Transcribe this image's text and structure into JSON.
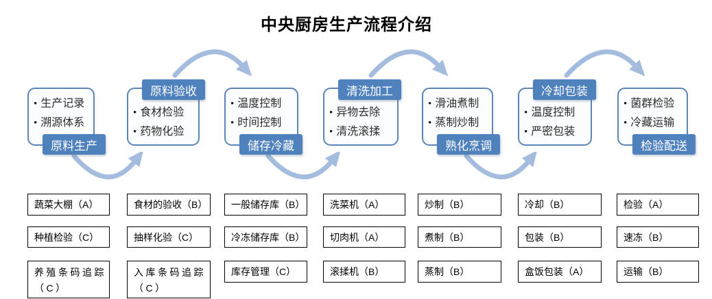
{
  "title": "中央厨房生产流程介绍",
  "colors": {
    "stage_label_blue": "#4f81bd",
    "stage_border_blue": "#5b84b8",
    "arrow_blue": "#a4bcdd",
    "facility_border": "#000000"
  },
  "stages": [
    {
      "label": "原料生产",
      "label_position": "bottom",
      "bullets": [
        "生产记录",
        "溯源体系"
      ]
    },
    {
      "label": "原料验收",
      "label_position": "top",
      "bullets": [
        "食材检验",
        "药物化验"
      ]
    },
    {
      "label": "储存冷藏",
      "label_position": "bottom",
      "bullets": [
        "温度控制",
        "时间控制"
      ]
    },
    {
      "label": "清洗加工",
      "label_position": "top",
      "bullets": [
        "异物去除",
        "清洗滚揉"
      ]
    },
    {
      "label": "熟化烹调",
      "label_position": "bottom",
      "bullets": [
        "滑油煮制",
        "蒸制炒制"
      ]
    },
    {
      "label": "冷却包装",
      "label_position": "top",
      "bullets": [
        "温度控制",
        "严密包装"
      ]
    },
    {
      "label": "检验配送",
      "label_position": "bottom",
      "bullets": [
        "菌群检验",
        "冷藏运输"
      ]
    }
  ],
  "facility_columns": [
    {
      "items": [
        "蔬菜大棚（A）",
        "种植检验（C）",
        "养殖条码追踪（C）"
      ]
    },
    {
      "items": [
        "食材的验收（B）",
        "抽样化验（C）",
        "入库条码追踪（C）"
      ]
    },
    {
      "items": [
        "一般储存库（B）",
        "冷冻储存库（B）",
        "库存管理（C）"
      ]
    },
    {
      "items": [
        "洗菜机（A）",
        "切肉机（A）",
        "滚揉机（B）"
      ]
    },
    {
      "items": [
        "炒制（B）",
        "煮制（B）",
        "蒸制（B）"
      ]
    },
    {
      "items": [
        "冷却（B）",
        "包装（B）",
        "盒饭包装（A）"
      ]
    },
    {
      "items": [
        "检验（A）",
        "速冻（B）",
        "运输（B）"
      ]
    }
  ]
}
